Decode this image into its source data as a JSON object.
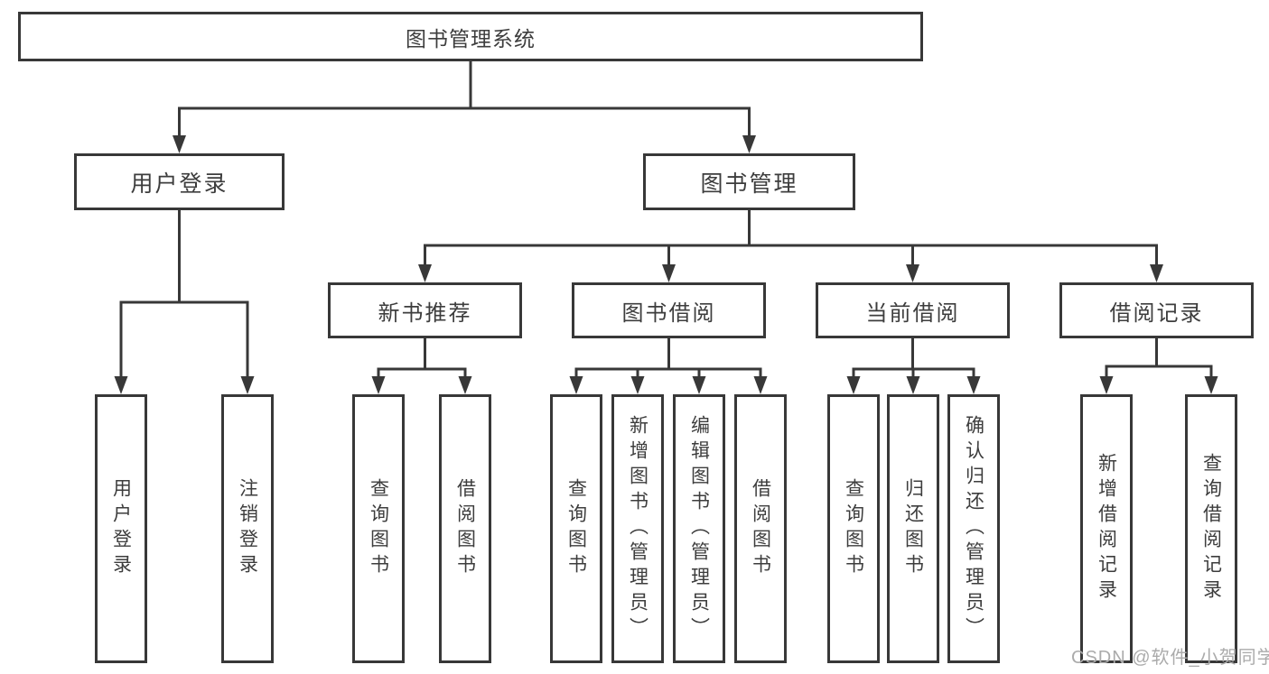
{
  "diagram": {
    "root": {
      "label": "图书管理系统"
    },
    "branches": [
      {
        "label": "用户登录",
        "children": [
          {
            "label": "用户登录"
          },
          {
            "label": "注销登录"
          }
        ]
      },
      {
        "label": "图书管理",
        "children": [
          {
            "label": "新书推荐",
            "children": [
              {
                "label": "查询图书"
              },
              {
                "label": "借阅图书"
              }
            ]
          },
          {
            "label": "图书借阅",
            "children": [
              {
                "label": "查询图书"
              },
              {
                "label": "新增图书（管理员）"
              },
              {
                "label": "编辑图书（管理员）"
              },
              {
                "label": "借阅图书"
              }
            ]
          },
          {
            "label": "当前借阅",
            "children": [
              {
                "label": "查询图书"
              },
              {
                "label": "归还图书"
              },
              {
                "label": "确认归还（管理员）"
              }
            ]
          },
          {
            "label": "借阅记录",
            "children": [
              {
                "label": "新增借阅记录"
              },
              {
                "label": "查询借阅记录"
              }
            ]
          }
        ]
      }
    ]
  },
  "watermark": {
    "text": "CSDN @软件_小贺同学"
  },
  "colors": {
    "line": "#383838",
    "text": "#3d3d3d",
    "background": "#ffffff",
    "watermark": "#ababab"
  }
}
